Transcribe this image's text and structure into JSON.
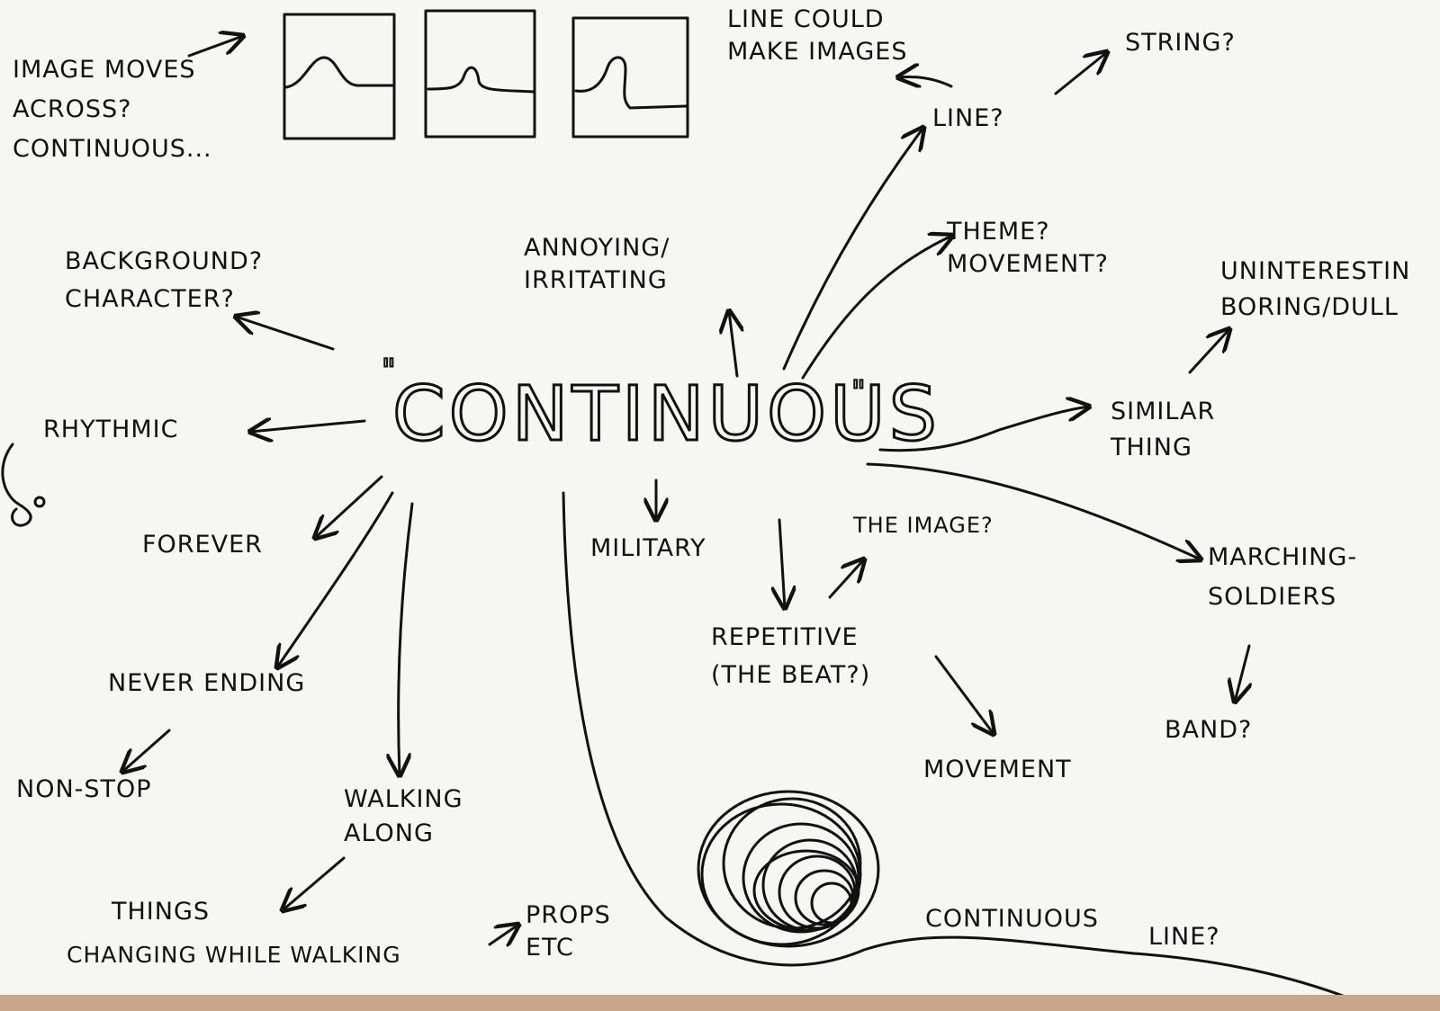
{
  "title": "CONTINUOUS",
  "quote_mark": "\"",
  "notes": {
    "image_moves": "IMAGE MOVES\nACROSS?\nCONTINUOUS...",
    "line_could": "LINE COULD\nMAKE IMAGES",
    "string": "STRING?",
    "line": "LINE?",
    "theme": "THEME?\nMOVEMENT?",
    "uninteresting": "UNINTERESTIN\nBORING/DULL",
    "background": "BACKGROUND?\nCHARACTER?",
    "annoying": "ANNOYING/\nIRRITATING",
    "rhythmic": "RHYTHMIC",
    "similar": "SIMILAR\nTHING",
    "forever": "FOREVER",
    "military": "MILITARY",
    "the_image": "THE IMAGE?",
    "marching": "MARCHING-\nSOLDIERS",
    "repetitive": "REPETITIVE\n(THE BEAT?)",
    "never_ending": "NEVER ENDING",
    "band": "BAND?",
    "movement": "MOVEMENT",
    "non_stop": "NON-STOP",
    "walking_along": "WALKING\nALONG",
    "things": "THINGS",
    "changing": "CHANGING WHILE WALKING",
    "props": "PROPS\nETC",
    "continuous_line_a": "CONTINUOUS",
    "continuous_line_b": "LINE?"
  },
  "colors": {
    "paper": "#f6f6f3",
    "ink": "#111111",
    "edge": "#c9a58a"
  }
}
